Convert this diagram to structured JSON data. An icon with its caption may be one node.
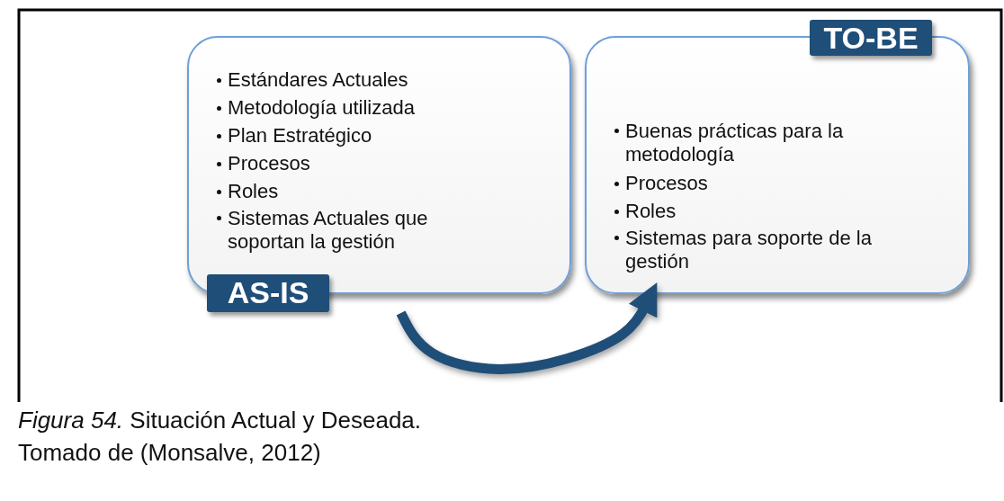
{
  "diagram": {
    "caption": "*Figura 54.* Situación Actual y Deseada.",
    "nodes": [
      {
        "text": [
          "Estándares Actuales",
          "Metodología utilizada",
          "Plan Estratégico",
          "Procesos",
          "Roles",
          "Sistemas Actuales que soportan la gestión",
          "AS-IS"
        ]
      },
      {
        "text": [
          "TO-BE",
          "Buenas prácticas para la metodología",
          "Procesos",
          "Roles",
          "Sistemas para soporte de la gestión"
        ]
      }
    ],
    "edges": [
      {
        "from": 0,
        "to": 1,
        "arrow": "to"
      }
    ],
    "labels": [
      "Tomado de (Monsalve, 2012)"
    ]
  }
}
